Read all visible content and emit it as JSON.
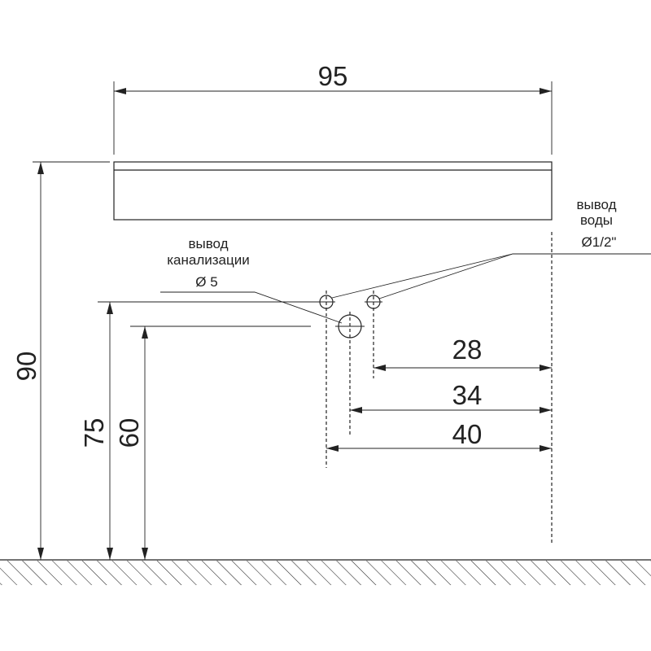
{
  "dimensions": {
    "width": "95",
    "height_total": "90",
    "height_drain_upper": "75",
    "height_drain_lower": "60",
    "offset_28": "28",
    "offset_34": "34",
    "offset_40": "40"
  },
  "labels": {
    "drain_line1": "вывод",
    "drain_line2": "канализации",
    "drain_diameter": "Ø 5",
    "water_line1": "вывод",
    "water_line2": "воды",
    "water_diameter": "Ø1/2\""
  }
}
